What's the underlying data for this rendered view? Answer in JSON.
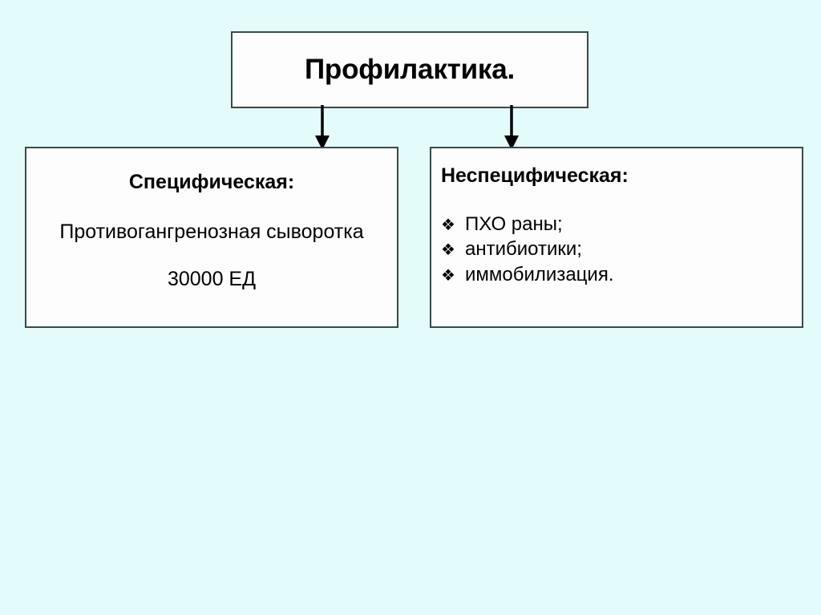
{
  "slide": {
    "background_color": "#e4fbfb",
    "box_fill_color": "#fdfdfd",
    "box_border_color": "#3a4a4a",
    "text_color": "#000000"
  },
  "title": {
    "label": "Профилактика."
  },
  "specific": {
    "heading": "Специфическая:",
    "line1": "Противогангренозная сыворотка",
    "line2": "30000 ЕД"
  },
  "nonspecific": {
    "heading": "Неспецифическая:",
    "bullet_glyph": "❖",
    "items": [
      {
        "text": "ПХО раны;"
      },
      {
        "text": "антибиотики;"
      },
      {
        "text": "иммобилизация."
      }
    ]
  },
  "connectors": [
    {
      "name": "arrow-to-specific",
      "direction": "down"
    },
    {
      "name": "arrow-to-nonspecific",
      "direction": "down"
    }
  ]
}
